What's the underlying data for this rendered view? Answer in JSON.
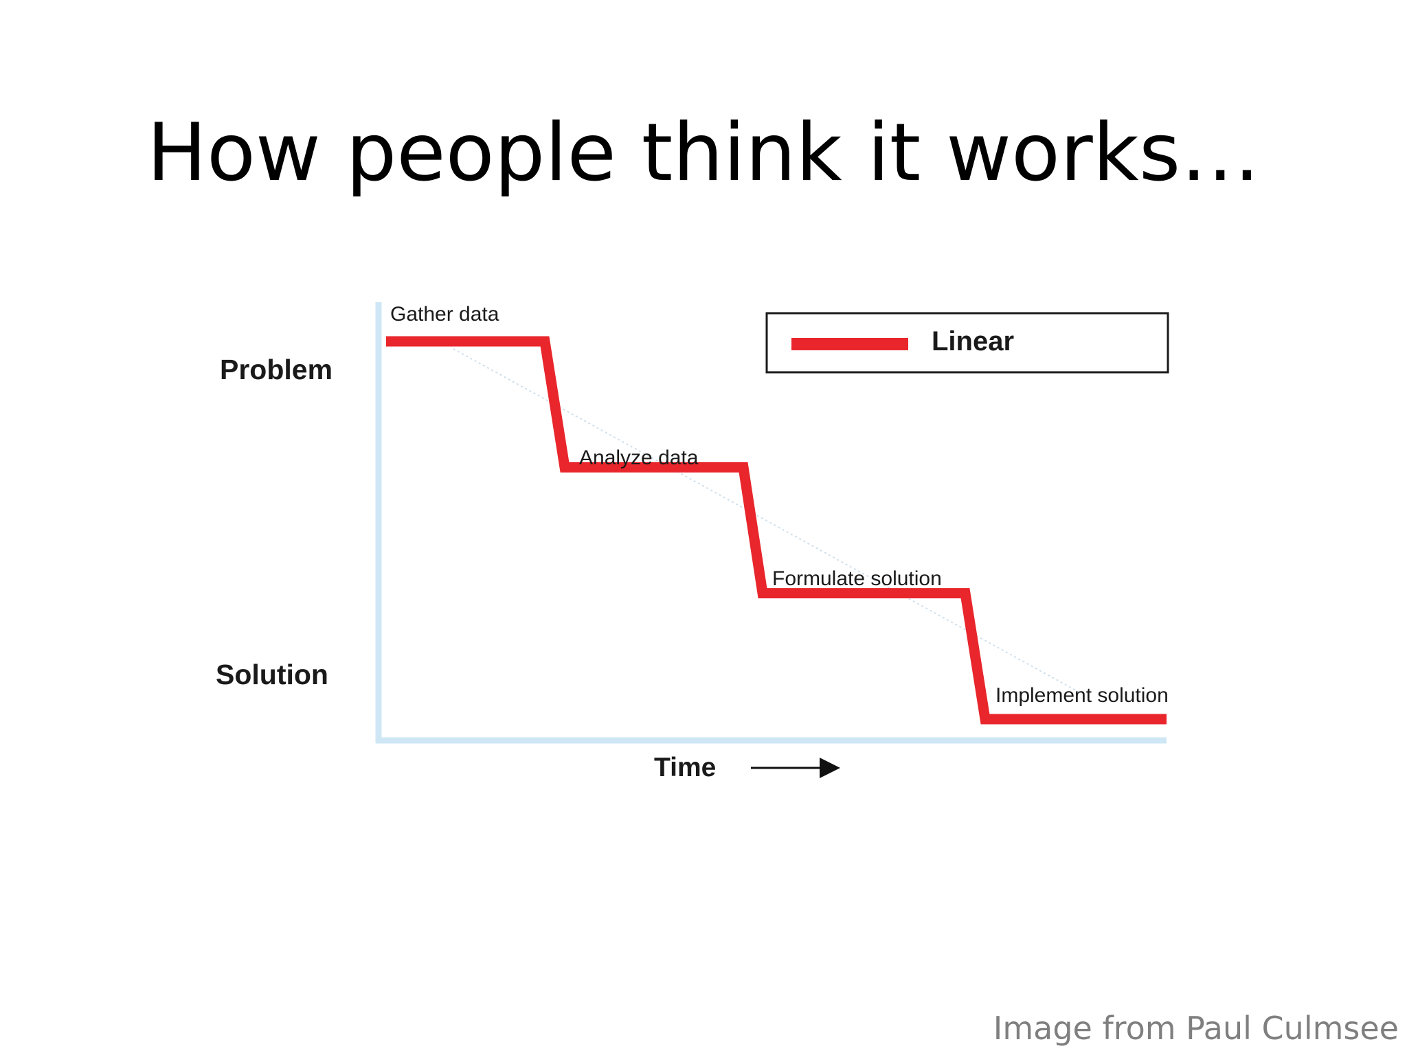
{
  "slide": {
    "title": "How people think it works…",
    "credit": "Image from Paul Culmsee"
  },
  "colors": {
    "line": "#e8262c",
    "axis": "#cfe7f5",
    "guide": "#cfe0ec",
    "legend_border": "#1a1a1a",
    "text": "#1a1a1a"
  },
  "chart_data": {
    "type": "line",
    "title": "",
    "xlabel": "Time",
    "ylabel": "",
    "y_tick_labels": [
      "Problem",
      "Solution"
    ],
    "legend": {
      "position": "top-right",
      "entries": [
        "Linear"
      ]
    },
    "grid": false,
    "series": [
      {
        "name": "Linear",
        "stages": [
          {
            "label": "Gather data"
          },
          {
            "label": "Analyze data"
          },
          {
            "label": "Formulate solution"
          },
          {
            "label": "Implement solution"
          }
        ],
        "values": [
          4,
          3,
          2,
          1
        ]
      }
    ],
    "ylim": [
      1,
      4
    ]
  }
}
